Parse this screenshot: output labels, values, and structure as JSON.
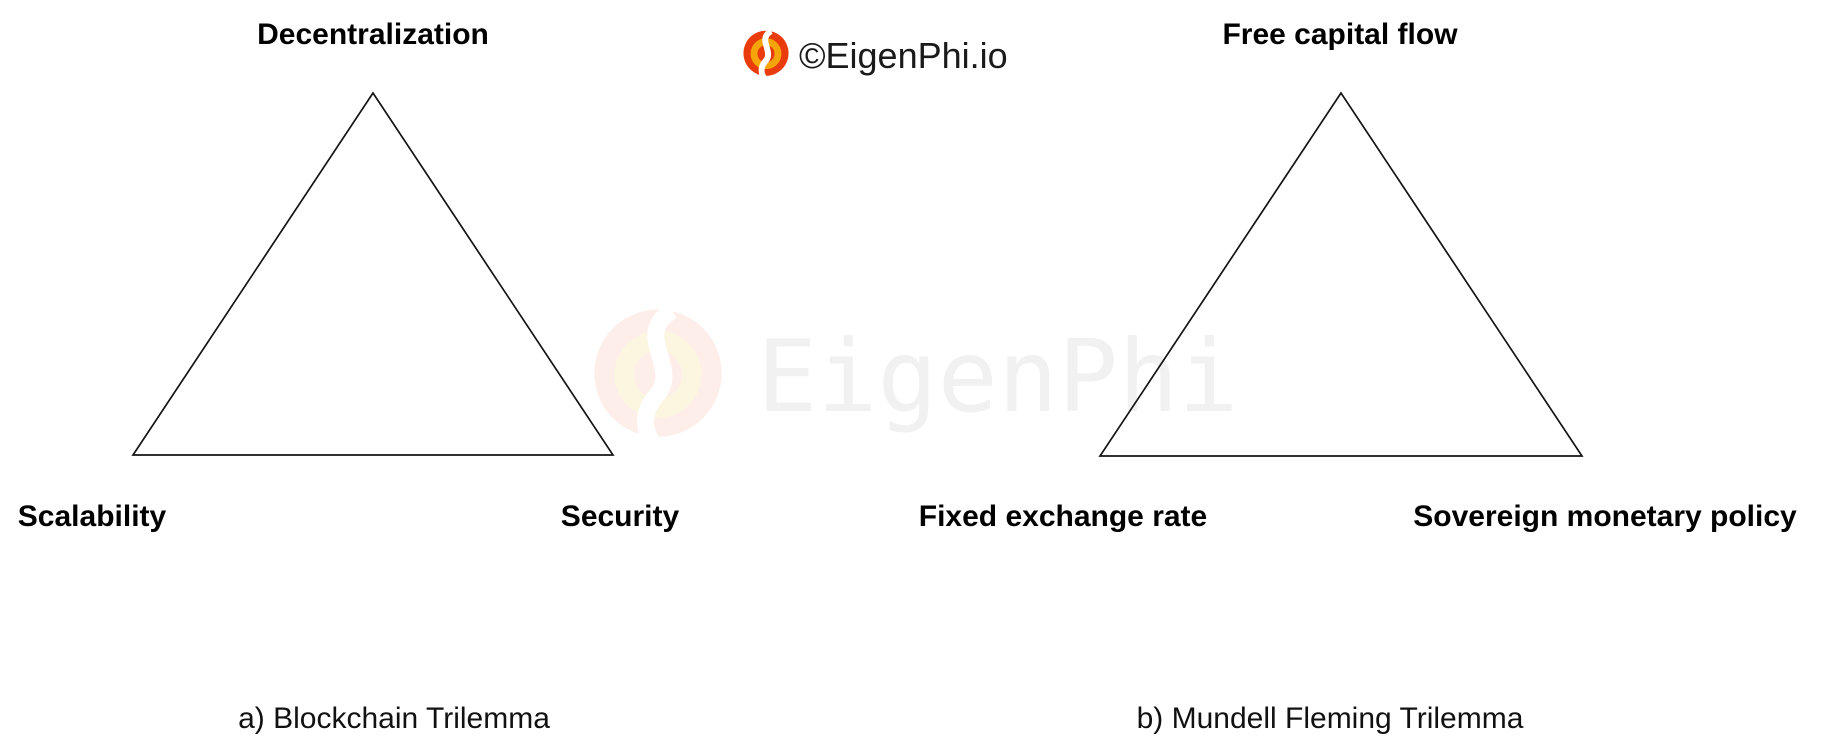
{
  "branding": {
    "copyright_label": "©EigenPhi.io",
    "logo_colors": {
      "outer": "#e93b0c",
      "ring": "#f5a50a",
      "swoosh": "#ffffff"
    }
  },
  "watermark": {
    "text": "EigenPhi",
    "text_color": "#f1f1f1",
    "logo_colors": {
      "outer": "#fdeeea",
      "ring": "#fcf6e0",
      "swoosh": "#ffffff"
    }
  },
  "diagrams": [
    {
      "caption": "a) Blockchain Trilemma",
      "top_label": "Decentralization",
      "bottom_left_label": "Scalability",
      "bottom_right_label": "Security"
    },
    {
      "caption": "b) Mundell Fleming Trilemma",
      "top_label": "Free capital flow",
      "bottom_left_label": "Fixed exchange rate",
      "bottom_right_label": "Sovereign monetary policy"
    }
  ],
  "colors": {
    "triangle_stroke": "#141414",
    "label_text": "#000000",
    "header_text": "#1a1a1a"
  }
}
